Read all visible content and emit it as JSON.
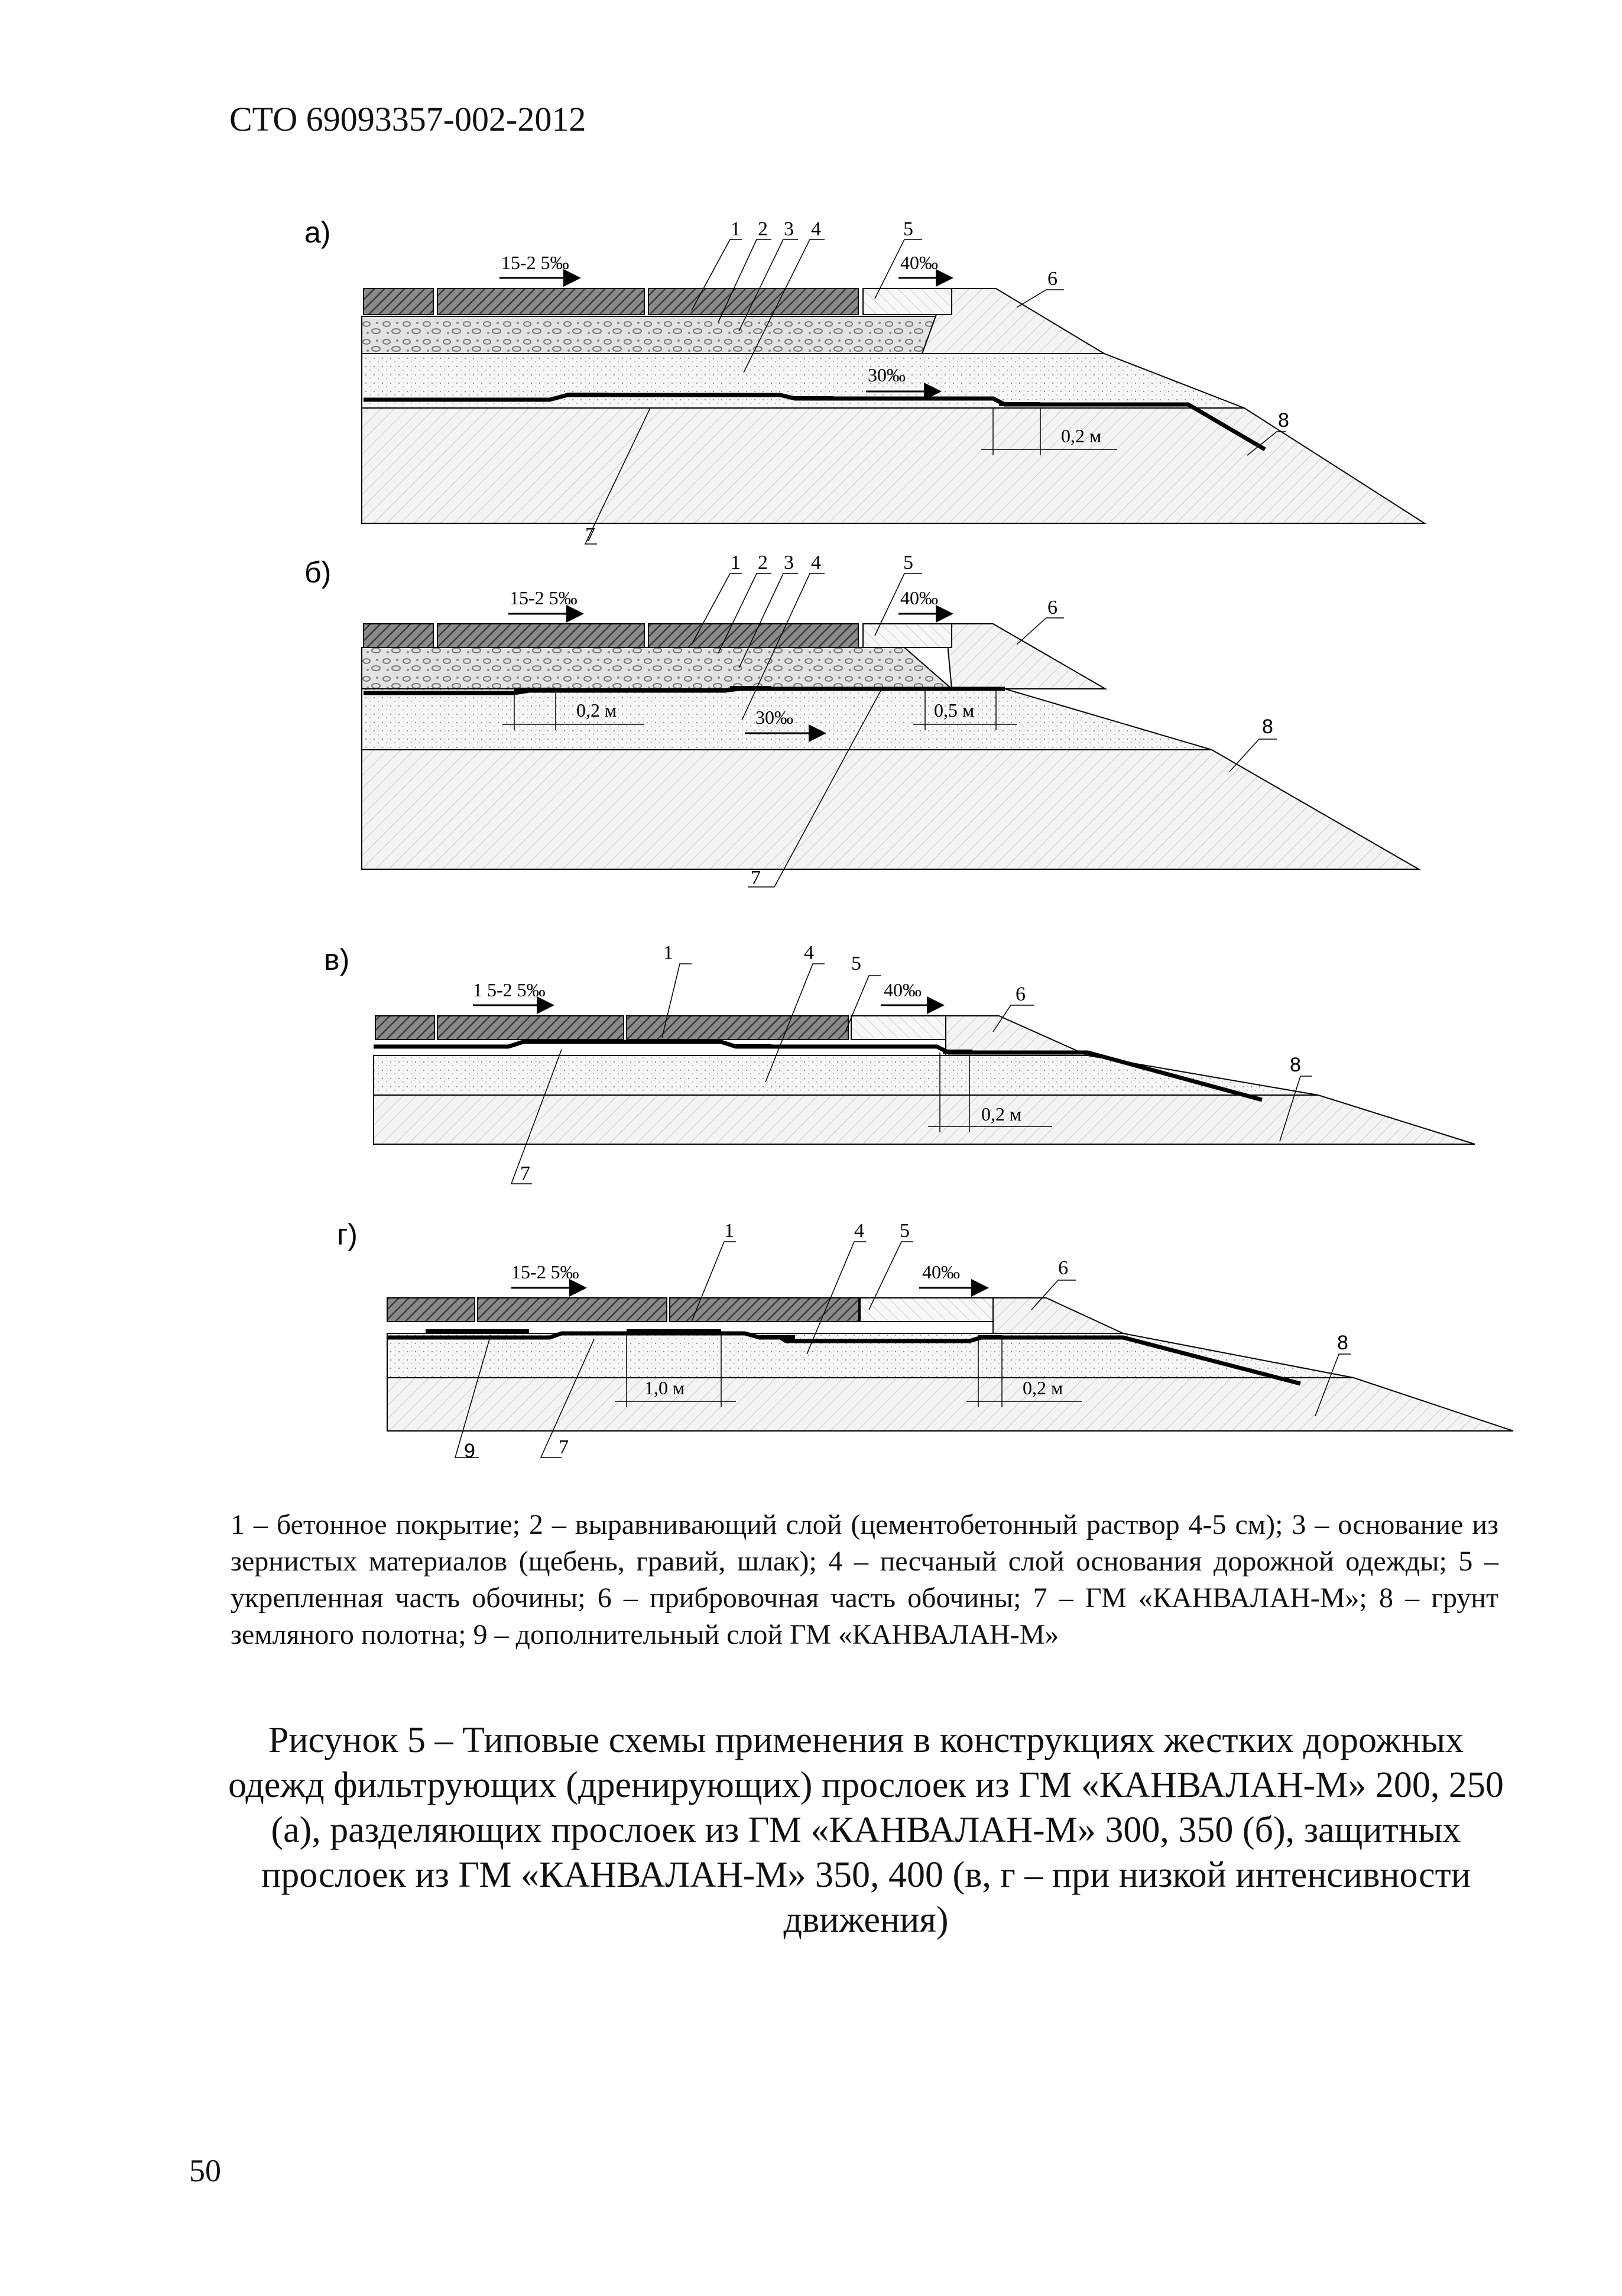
{
  "header": "СТО 69093357-002-2012",
  "figures": [
    {
      "letter": "а)",
      "slope_surface": "15-2 5‰",
      "slope_shoulder": "40‰",
      "slope_layer": "30‰",
      "callouts": [
        "1",
        "2",
        "3",
        "4",
        "5",
        "6",
        "7",
        "8"
      ],
      "dims": [
        "0,2 м"
      ]
    },
    {
      "letter": "б)",
      "slope_surface": "15-2 5‰",
      "slope_shoulder": "40‰",
      "slope_layer": "30‰",
      "callouts": [
        "1",
        "2",
        "3",
        "4",
        "5",
        "6",
        "7",
        "8"
      ],
      "dims": [
        "0,2 м",
        "0,5 м"
      ]
    },
    {
      "letter": "в)",
      "slope_surface": "1 5-2 5‰",
      "slope_shoulder": "40‰",
      "callouts": [
        "1",
        "4",
        "5",
        "6",
        "7",
        "8"
      ],
      "dims": [
        "0,2 м"
      ]
    },
    {
      "letter": "г)",
      "slope_surface": "15-2 5‰",
      "slope_shoulder": "40‰",
      "callouts": [
        "1",
        "4",
        "5",
        "6",
        "7",
        "8",
        "9"
      ],
      "dims": [
        "1,0 м",
        "0,2 м"
      ]
    }
  ],
  "legend": "1 – бетонное покрытие; 2 – выравнивающий слой (цементобетонный раствор 4-5 см); 3 – основание из зернистых материалов (щебень, гравий, шлак); 4 – песчаный слой основания дорожной одежды; 5 – укрепленная часть обочины; 6 – прибровочная часть обочины; 7 – ГМ «КАНВАЛАН-М»; 8 – грунт земляного полотна; 9 – дополнительный слой ГМ «КАНВАЛАН-М»",
  "caption": "Рисунок 5 – Типовые схемы применения в конструкциях жестких дорожных одежд фильтрующих (дренирующих) прослоек из ГМ «КАНВАЛАН-М» 200, 250 (а), разделяющих прослоек из ГМ «КАНВАЛАН-М» 300, 350 (б), защитных прослоек из ГМ «КАНВАЛАН-М» 350, 400 (в, г – при низкой интенсивности движения)",
  "page_number": "50"
}
